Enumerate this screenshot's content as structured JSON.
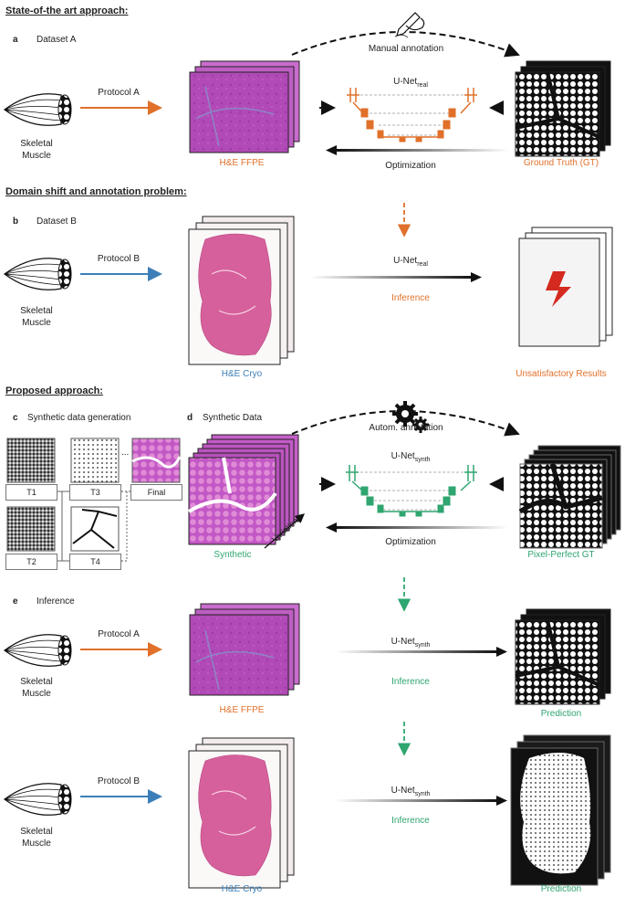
{
  "sections": {
    "s1_title": "State-of-the art approach:",
    "s2_title": "Domain shift and annotation problem:",
    "s3_title": "Proposed approach:"
  },
  "panels": {
    "a": {
      "letter": "a",
      "label": "Dataset A"
    },
    "b": {
      "letter": "b",
      "label": "Dataset B"
    },
    "c": {
      "letter": "c",
      "label": "Synthetic data generation"
    },
    "d": {
      "letter": "d",
      "label": "Synthetic Data"
    },
    "e": {
      "letter": "e",
      "label": "Inference"
    }
  },
  "texts": {
    "skeletal": "Skeletal",
    "muscle": "Muscle",
    "protocol_a": "Protocol A",
    "protocol_b": "Protocol B",
    "he_ffpe": "H&E FFPE",
    "he_cryo": "H&E Cryo",
    "manual_annotation": "Manual annotation",
    "autom_annotation": "Autom. annotation",
    "unet": "U-Net",
    "sub_real": "real",
    "sub_synth": "synth",
    "optimization": "Optimization",
    "inference": "Inference",
    "ground_truth": "Ground Truth (GT)",
    "unsatisfactory": "Unsatisfactory Results",
    "synthetic": "Synthetic",
    "variation": "Variation",
    "pixel_perfect": "Pixel-Perfect GT",
    "prediction": "Prediction",
    "t1": "T1",
    "t2": "T2",
    "t3": "T3",
    "t4": "T4",
    "final": "Final",
    "ellipsis": "..."
  },
  "colors": {
    "orange": "#e0702a",
    "blue": "#3c7fb8",
    "green": "#2fa56f",
    "red": "#d42a1f",
    "he_purple": "#b04fb8",
    "he_pink": "#e07fc4"
  }
}
